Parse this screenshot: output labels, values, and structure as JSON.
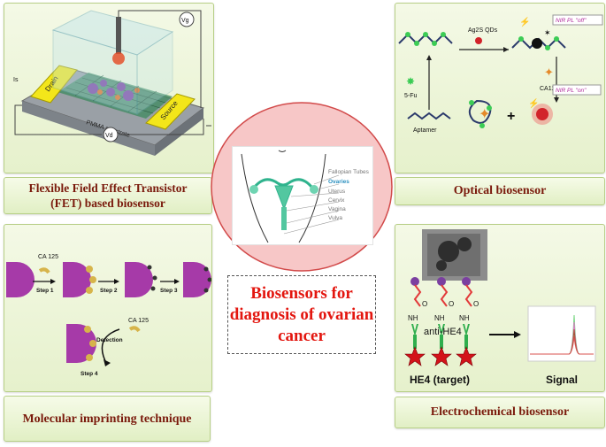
{
  "fet": {
    "caption": "Flexible Field Effect Transistor (FET) based biosensor",
    "vg": "Vg",
    "vd": "Vd",
    "is": "Is",
    "drain": "Drain",
    "source": "Source",
    "substrate": "PMMA substrate"
  },
  "optical": {
    "caption": "Optical biosensor",
    "qds": "Ag2S QDs",
    "drug": "5-Fu",
    "aptamer": "Aptamer",
    "pl_off": "NIR PL \"off\"",
    "pl_on": "NIR PL \"on\"",
    "target": "CA125",
    "plus": "+"
  },
  "center": {
    "title": "Biosensors for diagnosis of ovarian cancer",
    "labels": [
      "Fallopian Tubes",
      "Ovaries",
      "Uterus",
      "Cervix",
      "Vagina",
      "Vulva"
    ]
  },
  "mip": {
    "caption": "Molecular imprinting technique",
    "target": "CA 125",
    "target2": "CA 125",
    "steps": [
      "Step 1",
      "Step 2",
      "Step 3",
      "Step 4"
    ],
    "detection": "Detection"
  },
  "electro": {
    "caption": "Electrochemical biosensor",
    "antibody": "anti-HE4",
    "target": "HE4 (target)",
    "signal": "Signal",
    "nh": "NH",
    "o": "O"
  }
}
